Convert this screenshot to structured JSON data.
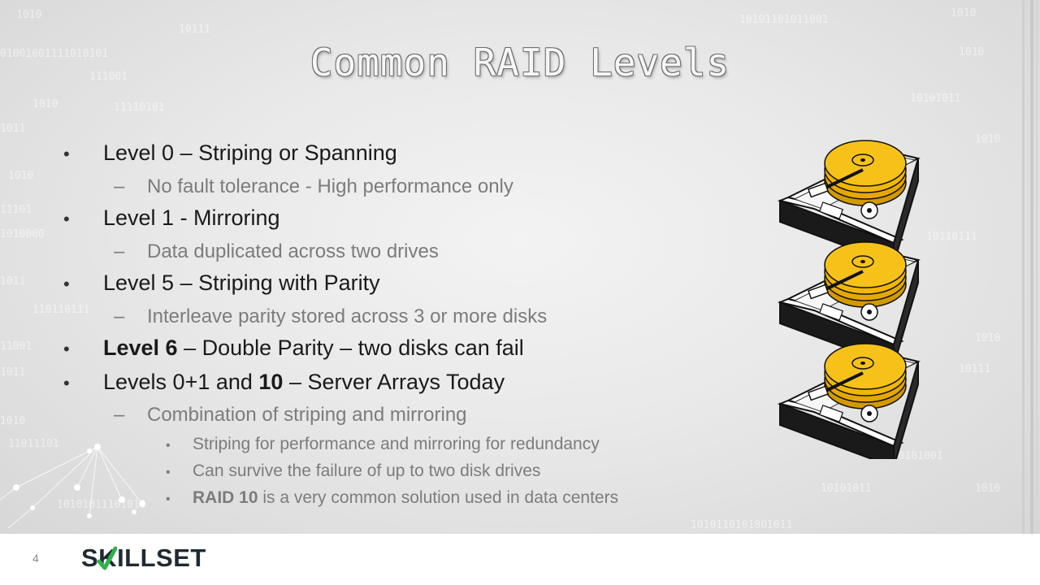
{
  "slide": {
    "title": "Common RAID Levels",
    "bullets": [
      {
        "prefix": "Level 0 – Striping or Spanning",
        "bold": "",
        "suffix": ""
      },
      {
        "text": "No fault tolerance - High performance only"
      },
      {
        "prefix": "Level 1 - Mirroring",
        "bold": "",
        "suffix": ""
      },
      {
        "text": "Data duplicated across two drives"
      },
      {
        "prefix": "Level 5 – Striping with Parity",
        "bold": "",
        "suffix": ""
      },
      {
        "text": "Interleave parity stored across 3 or more disks"
      },
      {
        "prefix": "",
        "bold": "Level 6",
        "suffix": " – Double Parity – two disks can fail"
      },
      {
        "prefix": "Levels 0+1 and ",
        "bold": "10",
        "suffix": " – Server Arrays Today"
      },
      {
        "text": "Combination of striping and mirroring"
      },
      {
        "text": "Striping for performance and mirroring for redundancy"
      },
      {
        "text": "Can survive the failure of up to two disk drives"
      },
      {
        "bold": "RAID 10",
        "suffix": " is a very common solution used in data centers"
      }
    ],
    "markers": {
      "level1": "•",
      "level2": "–",
      "level3": "•"
    }
  },
  "footer": {
    "page_number": "4",
    "logo_text": "SKILLSET"
  },
  "icons": {
    "hard_drive": "hard-drive-icon",
    "logo_check": "check-icon"
  },
  "colors": {
    "drive_platter": "#f2b705",
    "logo_accent": "#2fb24c",
    "logo_text": "#1f2a33"
  }
}
